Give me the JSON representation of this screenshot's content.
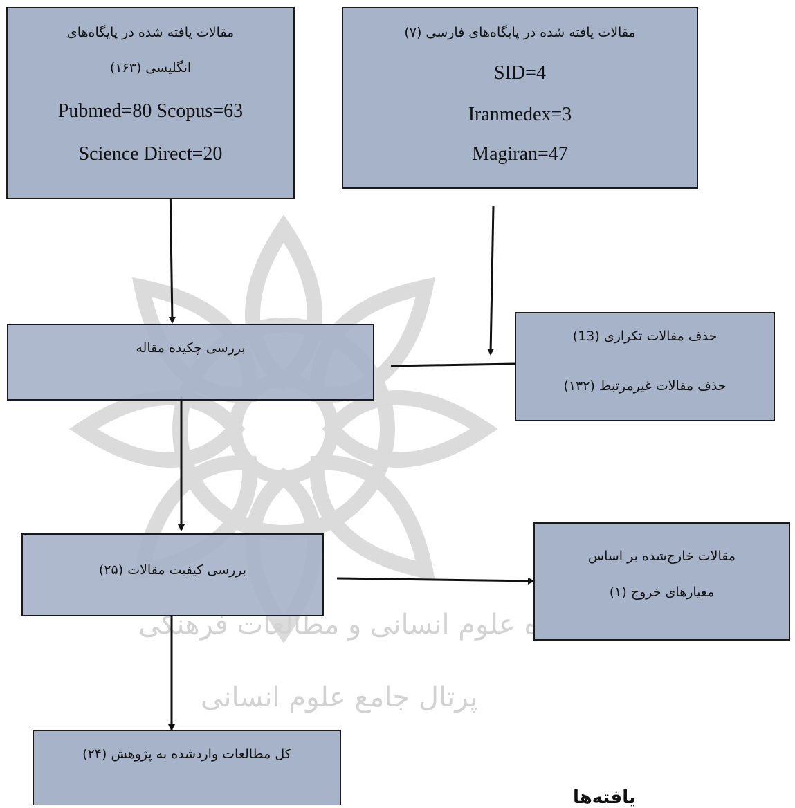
{
  "boxes": {
    "english": {
      "line1": "مقالات یافته شده در پایگاه‌های",
      "line2": "انگلیسی (۱۶۳)",
      "line3": "Pubmed=80 Scopus=63",
      "line4": "Science Direct=20"
    },
    "persian": {
      "line1": "مقالات یافته شده در پایگاه‌های فارسی (۷)",
      "line2": "SID=4",
      "line3": "Iranmedex=3",
      "line4": "Magiran=47"
    },
    "abstract_review": {
      "line1": "بررسی چکیده مقاله"
    },
    "removed": {
      "line1": "حذف مقالات تکراری (13)",
      "line2": "حذف مقالات غیرمرتبط (۱۳۲)"
    },
    "quality_review": {
      "line1": "بررسی کیفیت مقالات (۲۵)"
    },
    "excluded": {
      "line1": "مقالات خارج‌شده بر اساس",
      "line2": "معیارهای خروج (۱)"
    },
    "total": {
      "line1": "کل مطالعات واردشده به پژوهش (۲۴)"
    }
  },
  "watermark": {
    "line1": "پژوهشگاه علوم انسانی و مطالعات فرهنگی",
    "line2": "پرتال جامع علوم انسانی"
  },
  "bottom_heading": "یافته‌ها"
}
